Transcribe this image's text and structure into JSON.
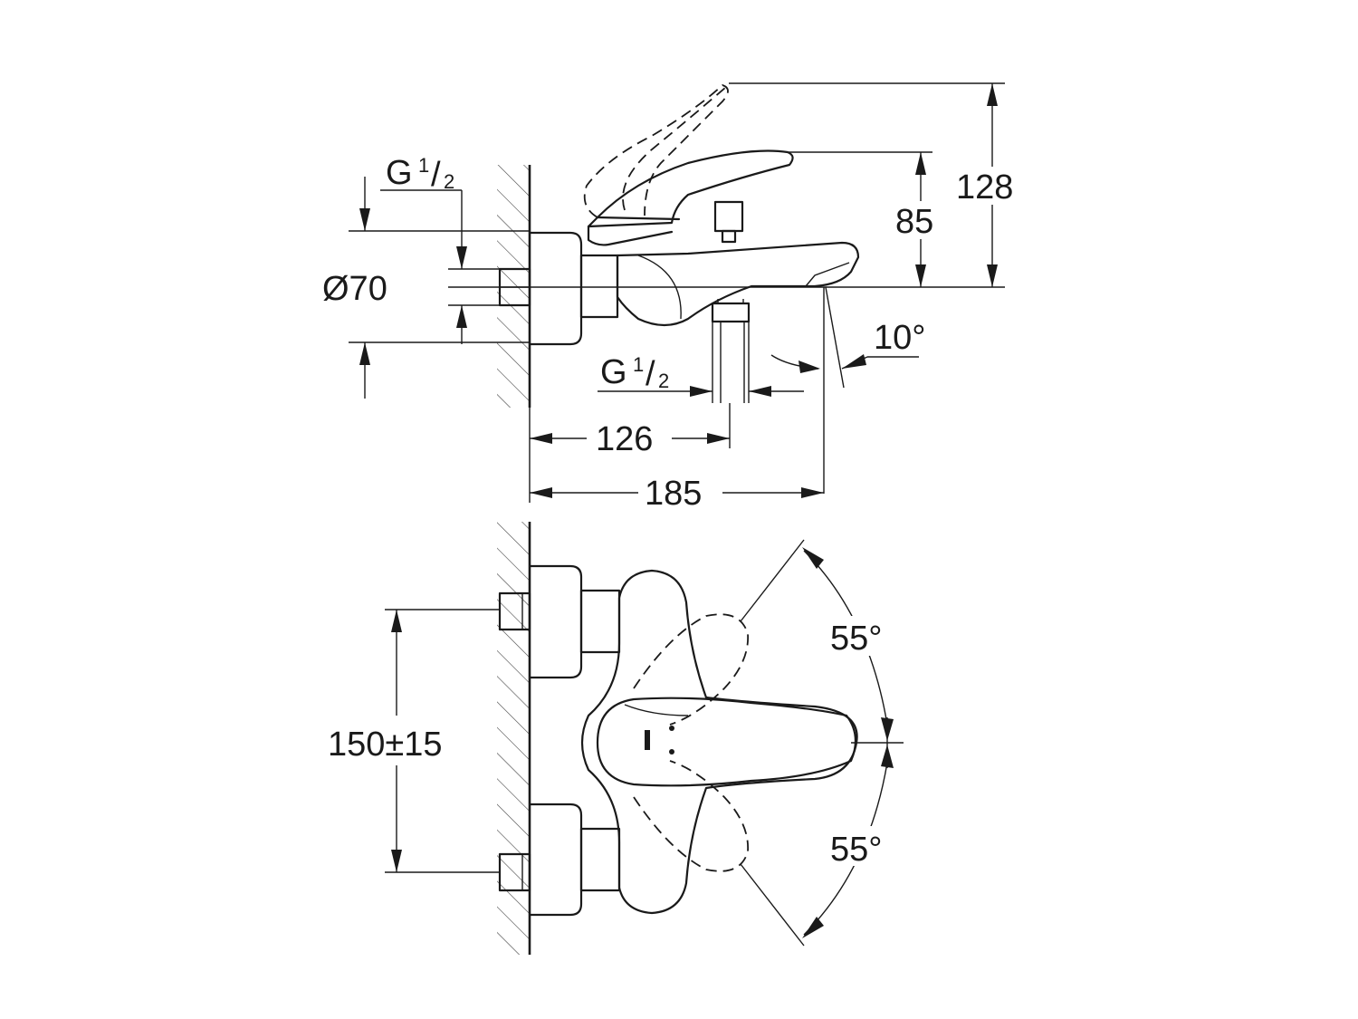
{
  "labels": {
    "thread_top": {
      "main": "G",
      "num": "1",
      "slash": "/",
      "den": "2"
    },
    "thread_bottom": {
      "main": "G",
      "num": "1",
      "slash": "/",
      "den": "2"
    },
    "diameter": "Ø70",
    "height_85": "85",
    "height_128": "128",
    "angle_spout": "10°",
    "dist_126": "126",
    "dist_185": "185",
    "angle_upper": "55°",
    "angle_lower": "55°",
    "centers": "150±15"
  }
}
